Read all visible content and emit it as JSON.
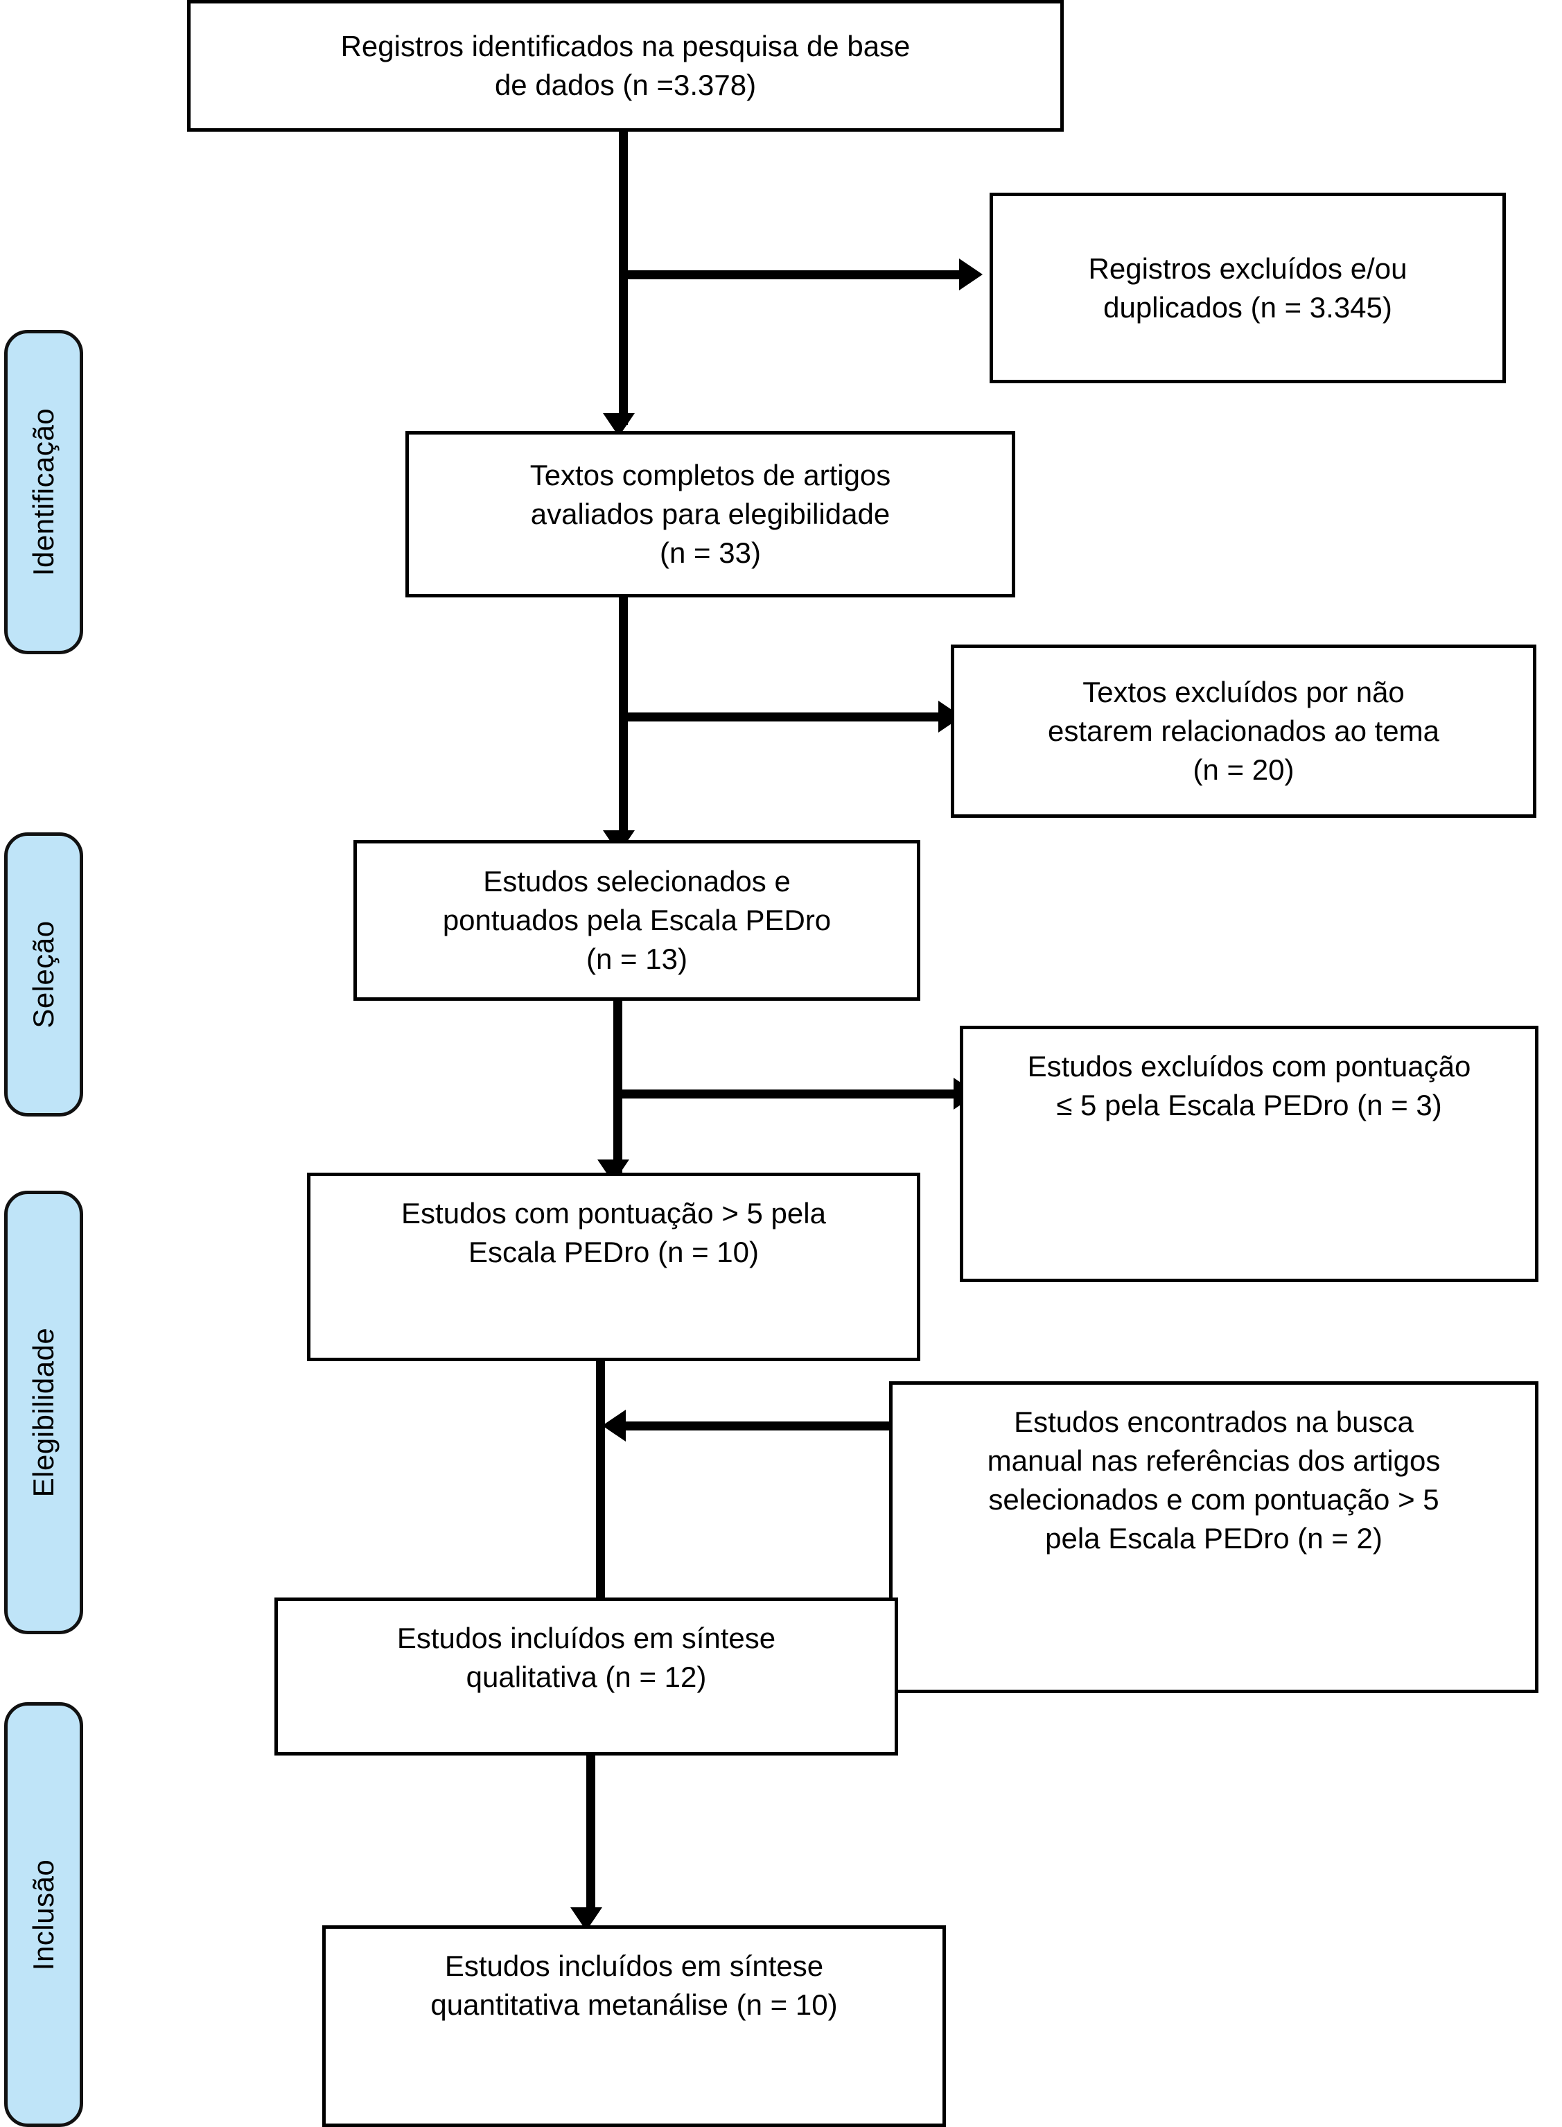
{
  "diagram": {
    "type": "prisma-flow-diagram",
    "language": "pt-BR",
    "accent_color": "#bfe4f8",
    "line_color": "#000000"
  },
  "stages": [
    {
      "id": "identificacao",
      "label": "Identificação"
    },
    {
      "id": "selecao",
      "label": "Seleção"
    },
    {
      "id": "elegibilidade",
      "label": "Elegibilidade"
    },
    {
      "id": "inclusao",
      "label": "Inclusão"
    }
  ],
  "boxes": {
    "records_identified": {
      "line1": "Registros identificados na pesquisa de base",
      "line2": "de dados (n =3.378)",
      "count": 3378
    },
    "records_excluded": {
      "line1": "Registros excluídos e/ou",
      "line2": "duplicados (n = 3.345)",
      "count": 3345
    },
    "fulltext_assessed": {
      "line1": "Textos completos de artigos",
      "line2": "avaliados para elegibilidade",
      "line3": "(n = 33)",
      "count": 33
    },
    "fulltext_excluded": {
      "line1": "Textos excluídos por não",
      "line2": "estarem relacionados ao tema",
      "line3": "(n = 20)",
      "count": 20
    },
    "studies_scored": {
      "line1": "Estudos selecionados e",
      "line2": "pontuados pela Escala PEDro",
      "line3": "(n = 13)",
      "count": 13
    },
    "studies_excluded_score": {
      "line1": "Estudos excluídos com pontuação",
      "line2": "≤ 5 pela Escala PEDro (n = 3)",
      "count": 3
    },
    "studies_score_gt5": {
      "line1": "Estudos com pontuação > 5 pela",
      "line2": "Escala PEDro (n = 10)",
      "count": 10
    },
    "manual_search": {
      "line1": "Estudos encontrados na busca",
      "line2": "manual nas referências dos artigos",
      "line3": "selecionados e com pontuação > 5",
      "line4": "pela Escala PEDro (n = 2)",
      "count": 2
    },
    "qualitative_synthesis": {
      "line1": "Estudos incluídos em síntese",
      "line2": "qualitativa (n = 12)",
      "count": 12
    },
    "quantitative_synthesis": {
      "line1": "Estudos incluídos em síntese",
      "line2": "quantitativa metanálise (n = 10)",
      "count": 10
    }
  }
}
